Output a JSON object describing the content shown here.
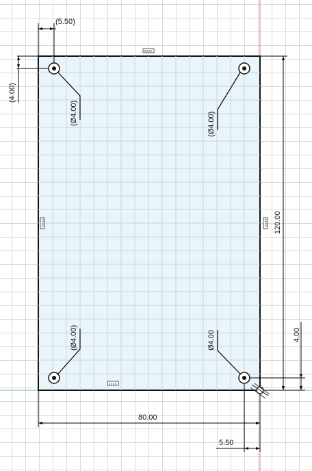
{
  "dimensions": {
    "width": "80.00",
    "height": "120.00",
    "hole_offset_x": "(5.50)",
    "hole_offset_y": "(4.00)",
    "hole_offset_x_bottom": "5.50",
    "hole_offset_y_bottom": "4.00"
  },
  "holes": {
    "top_left": "(Ø4.00)",
    "top_right": "(Ø4.00)",
    "bottom_left": "(Ø4.00)",
    "bottom_right": "Ø4.00"
  },
  "colors": {
    "profile_fill": "#e8f3fb",
    "profile_edge": "#111111",
    "grid": "#d9d9d9",
    "axis_x": "#7fc07f",
    "axis_y": "#e07b7b"
  }
}
